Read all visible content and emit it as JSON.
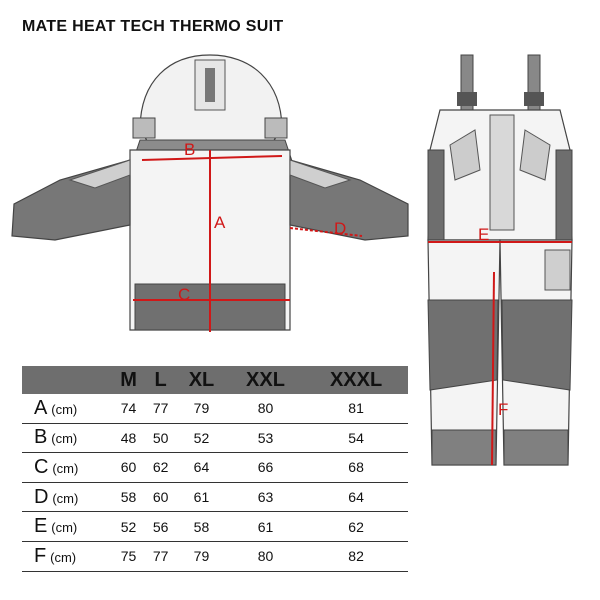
{
  "title": "MATE HEAT TECH THERMO SUIT",
  "measurement_color": "#d01818",
  "jacket_labels": {
    "A": "A",
    "B": "B",
    "C": "C",
    "D": "D"
  },
  "pants_labels": {
    "E": "E",
    "F": "F"
  },
  "table": {
    "unit": "(cm)",
    "sizes": [
      "M",
      "L",
      "XL",
      "XXL",
      "XXXL"
    ],
    "rows": [
      {
        "label": "A",
        "values": [
          "74",
          "77",
          "79",
          "80",
          "81"
        ]
      },
      {
        "label": "B",
        "values": [
          "48",
          "50",
          "52",
          "53",
          "54"
        ]
      },
      {
        "label": "C",
        "values": [
          "60",
          "62",
          "64",
          "66",
          "68"
        ]
      },
      {
        "label": "D",
        "values": [
          "58",
          "60",
          "61",
          "63",
          "64"
        ]
      },
      {
        "label": "E",
        "values": [
          "52",
          "56",
          "58",
          "61",
          "62"
        ]
      },
      {
        "label": "F",
        "values": [
          "75",
          "77",
          "79",
          "80",
          "82"
        ]
      }
    ]
  }
}
